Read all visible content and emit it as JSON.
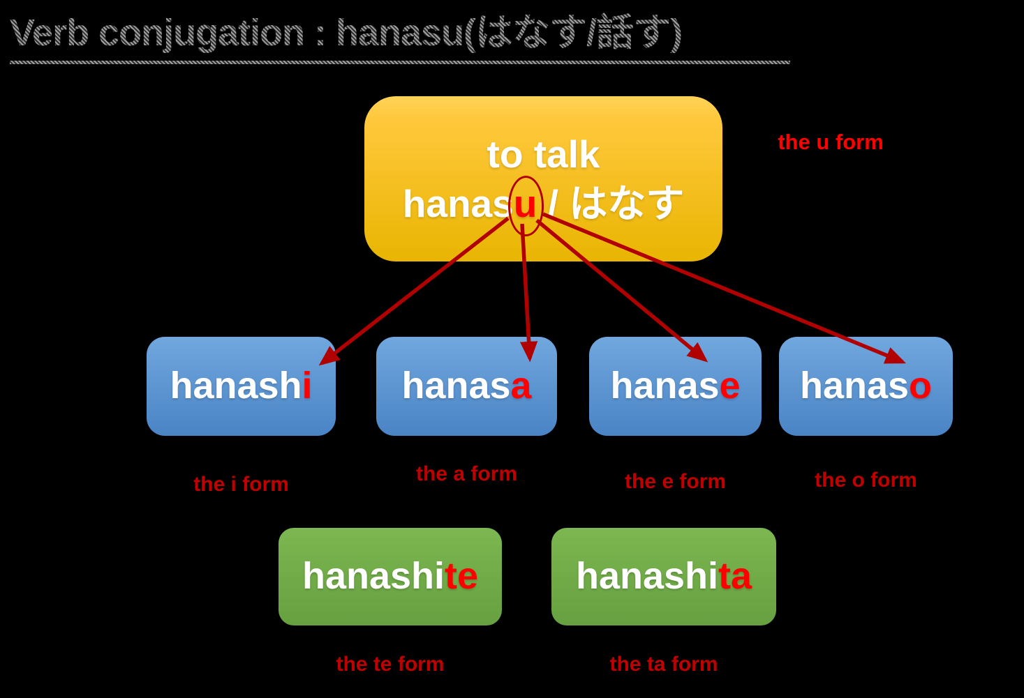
{
  "title": {
    "text": "Verb conjugation : hanasu(はなす/話す)"
  },
  "root": {
    "line1": "to talk",
    "stem": "hanas",
    "vowel": "u",
    "rest": " / はなす",
    "form_label": "the u form"
  },
  "branches": [
    {
      "stem": "hanash",
      "suffix": "i",
      "label": "the i form"
    },
    {
      "stem": "hanas",
      "suffix": "a",
      "label": "the a form"
    },
    {
      "stem": "hanas",
      "suffix": "e",
      "label": "the e form"
    },
    {
      "stem": "hanas",
      "suffix": "o",
      "label": "the o form"
    }
  ],
  "derived": [
    {
      "stem": "hanashi",
      "suffix": "te",
      "label": "the te form"
    },
    {
      "stem": "hanashi",
      "suffix": "ta",
      "label": "the ta form"
    }
  ],
  "colors": {
    "background": "#000000",
    "root_box_top": "#FFD257",
    "root_box_bottom": "#E9B502",
    "branch_box_top": "#71A7DE",
    "branch_box_bottom": "#4A84C5",
    "derived_box_top": "#7CB751",
    "derived_box_bottom": "#67A040",
    "highlight_red": "#FF0000",
    "label_red": "#C00000",
    "arrow_red": "#B00000",
    "box_text": "#FFFFFF",
    "title_gray": "#8A8A8A"
  }
}
